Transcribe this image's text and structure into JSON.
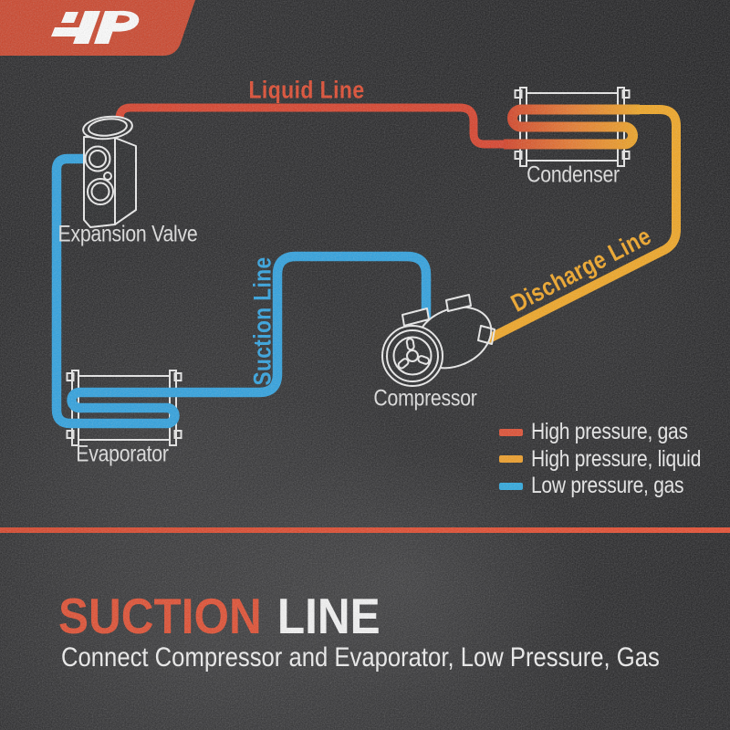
{
  "logo": {
    "text": "AP",
    "bg_color": "#cc4026"
  },
  "diagram": {
    "labels": {
      "liquid_line": "Liquid Line",
      "suction_line": "Suction Line",
      "discharge_line": "Discharge Line",
      "expansion_valve": "Expansion Valve",
      "condenser": "Condenser",
      "evaporator": "Evaporator",
      "compressor": "Compressor"
    },
    "colors": {
      "line_red": "#d93d26",
      "line_orange": "#f2a51e",
      "line_blue": "#2aa0e0",
      "drawing_white": "#ededed"
    }
  },
  "legend": {
    "items": [
      {
        "color": "#e04a2d",
        "label": "High pressure, gas"
      },
      {
        "color": "#f09d22",
        "label": "High pressure, liquid"
      },
      {
        "color": "#29a8e0",
        "label": "Low pressure, gas"
      }
    ]
  },
  "footer": {
    "title_highlight": "SUCTION",
    "title_rest": "LINE",
    "subtitle": "Connect Compressor and Evaporator, Low Pressure, Gas"
  }
}
